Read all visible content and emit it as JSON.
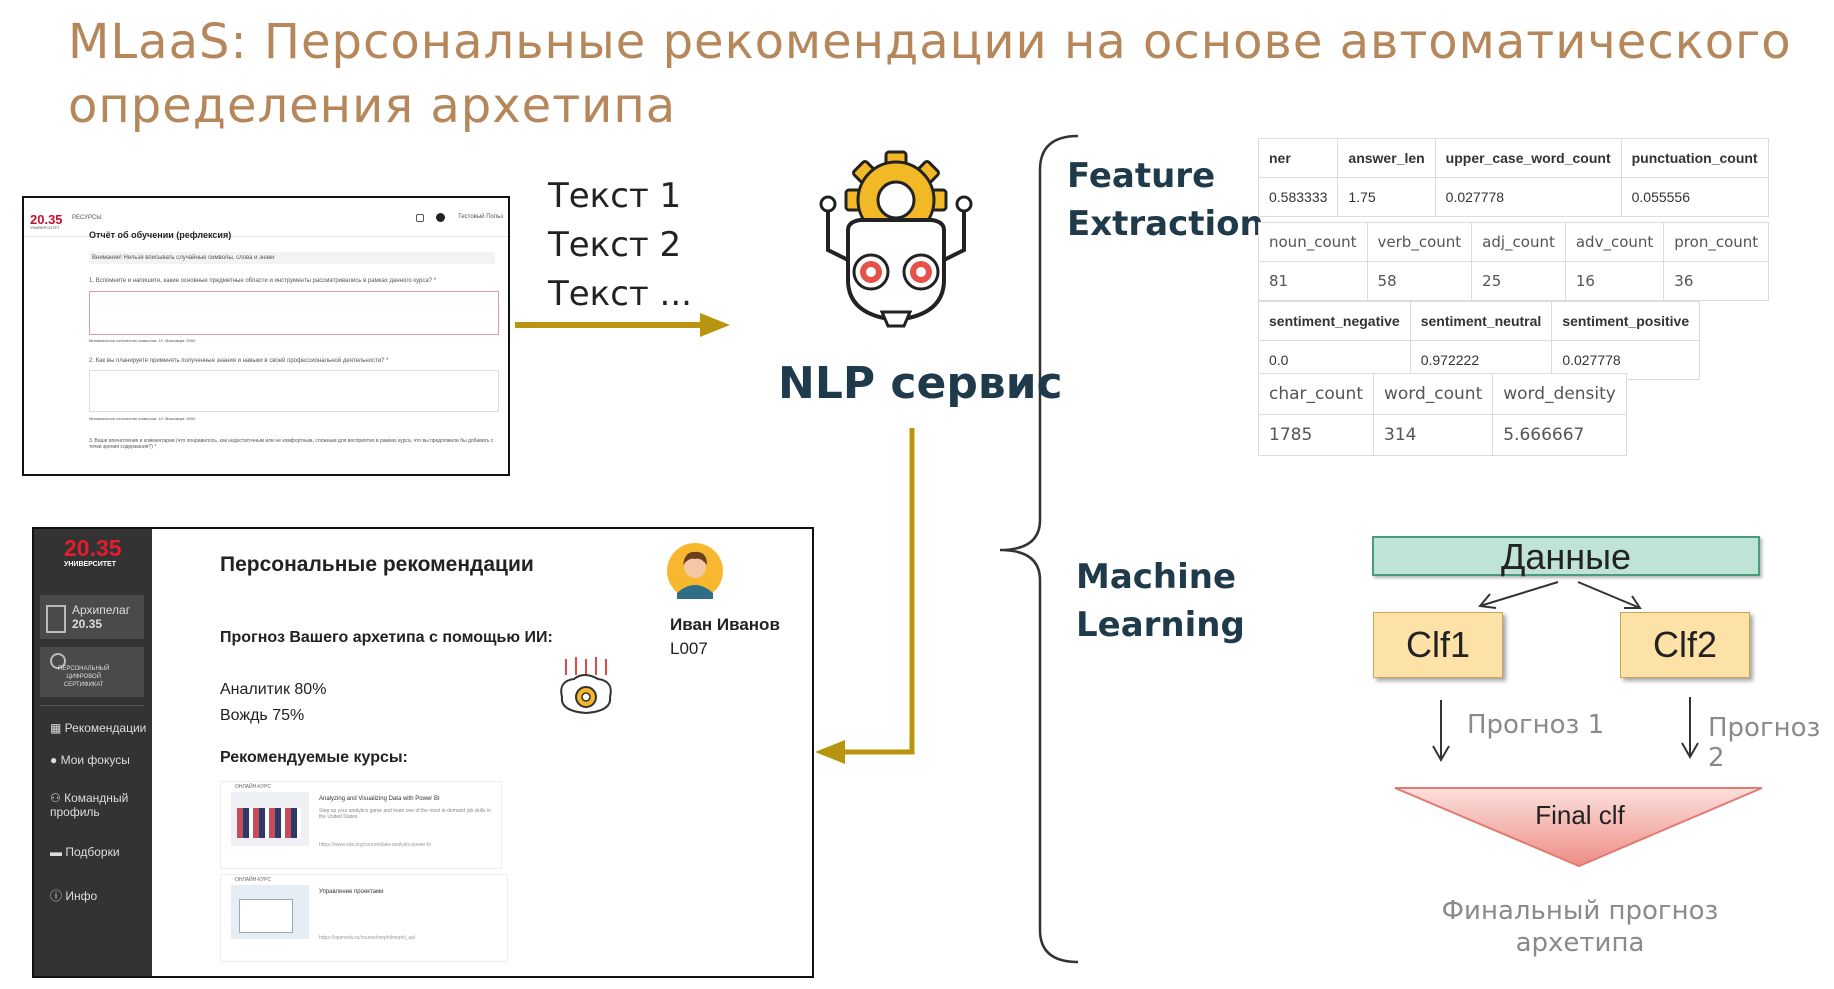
{
  "title": "MLaaS: Персональные рекомендации на основе автоматического определения архетипа",
  "texts": [
    "Текст 1",
    "Текст 2",
    "Текст ..."
  ],
  "nlp_label": "NLP сервис",
  "sections": {
    "feature_extraction": [
      "Feature",
      "Extraction"
    ],
    "machine_learning": [
      "Machine",
      "Learning"
    ]
  },
  "features": {
    "table1": {
      "headers": [
        "ner",
        "answer_len",
        "upper_case_word_count",
        "punctuation_count"
      ],
      "values": [
        "0.583333",
        "1.75",
        "0.027778",
        "0.055556"
      ]
    },
    "table2": {
      "headers": [
        "noun_count",
        "verb_count",
        "adj_count",
        "adv_count",
        "pron_count"
      ],
      "values": [
        "81",
        "58",
        "25",
        "16",
        "36"
      ]
    },
    "table3": {
      "headers": [
        "sentiment_negative",
        "sentiment_neutral",
        "sentiment_positive"
      ],
      "values": [
        "0.0",
        "0.972222",
        "0.027778"
      ]
    },
    "table4": {
      "headers": [
        "char_count",
        "word_count",
        "word_density"
      ],
      "values": [
        "1785",
        "314",
        "5.666667"
      ]
    }
  },
  "ml": {
    "data_label": "Данные",
    "clf1": "Clf1",
    "clf2": "Clf2",
    "forecast1": "Прогноз 1",
    "forecast2": "Прогноз 2",
    "final": "Final clf",
    "final_caption": [
      "Финальный прогноз",
      "архетипа"
    ]
  },
  "form_screenshot": {
    "logo_main": "20.35",
    "logo_sub": "УНИВЕРСИТЕТ",
    "nav": "РЕСУРСЫ",
    "user": "Тестовый Польз",
    "heading": "Отчёт об обучении (рефлексия)",
    "notice": "Внимание! Нельзя вписывать случайные символы, слова и знаки",
    "q1": "1. Вспомните и напишите, какие основные предметные области и инструменты рассматривались в рамках данного курса? *",
    "hint1": "Минимальное количество символов: 10. Максимум: 5000",
    "q2": "2. Как вы планируете применять полученные знания и навыки в своей профессиональной деятельности? *",
    "hint2": "Минимальное количество символов: 10. Максимум: 5000",
    "q3": "3. Ваши впечатления и комментарии (что понравилось, как недостаточным или не комфортным, сложным для восприятия в рамках курса, что вы предложили бы добавить с точки зрения содержания?) *"
  },
  "recs_screenshot": {
    "logo_main": "20.35",
    "logo_sub": "УНИВЕРСИТЕТ",
    "sidebar_archipelago": [
      "Архипелаг",
      "20.35"
    ],
    "sidebar_cert": [
      "ПЕРСОНАЛЬНЫЙ",
      "ЦИФРОВОЙ",
      "СЕРТИФИКАТ"
    ],
    "sidebar_items": [
      "Рекомендации",
      "Мои фокусы",
      "Командный профиль",
      "Подборки",
      "Инфо"
    ],
    "heading": "Персональные рекомендации",
    "user_name": "Иван Иванов",
    "user_id": "L007",
    "forecast_label": "Прогноз Вашего архетипа с помощью ИИ:",
    "archetypes": [
      "Аналитик 80%",
      "Вождь 75%"
    ],
    "courses_label": "Рекомендуемые курсы:",
    "courses": [
      {
        "badge": "ОНЛАЙН-КУРС",
        "title": "Analyzing and Visualizing Data with Power BI",
        "desc": "Step up your analytics game and learn one of the most in-demand job skills in the United States.",
        "url": "https://www.edx.org/course/data-analysis-power-bi"
      },
      {
        "badge": "ОНЛАЙН-КУРС",
        "title": "Управление проектами",
        "desc": "",
        "url": "https://openedu.ru/course/mephi/mephi_up/"
      }
    ]
  },
  "colors": {
    "title": "#b5875a",
    "arrow": "#b8940f",
    "brace": "#333333",
    "data_box": "#bfe3d6",
    "clf_box": "#fde2a7",
    "final": "#f4a6a0"
  }
}
